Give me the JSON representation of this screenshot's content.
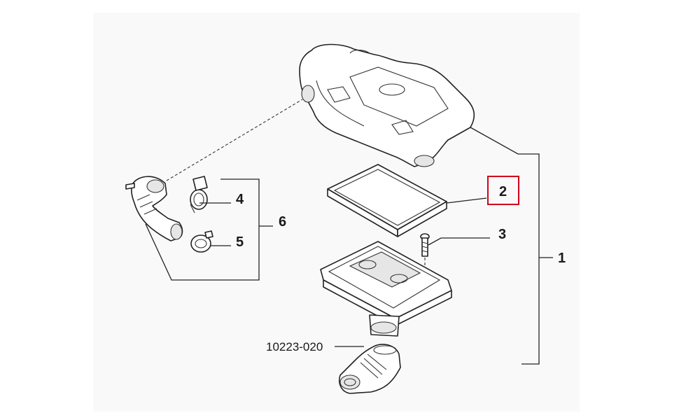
{
  "diagram": {
    "callouts": [
      {
        "id": "1",
        "text": "1"
      },
      {
        "id": "2",
        "text": "2"
      },
      {
        "id": "3",
        "text": "3"
      },
      {
        "id": "4",
        "text": "4"
      },
      {
        "id": "5",
        "text": "5"
      },
      {
        "id": "6",
        "text": "6"
      },
      {
        "id": "ref",
        "text": "10223-020"
      }
    ],
    "highlight": {
      "color": "#d0021b"
    }
  }
}
